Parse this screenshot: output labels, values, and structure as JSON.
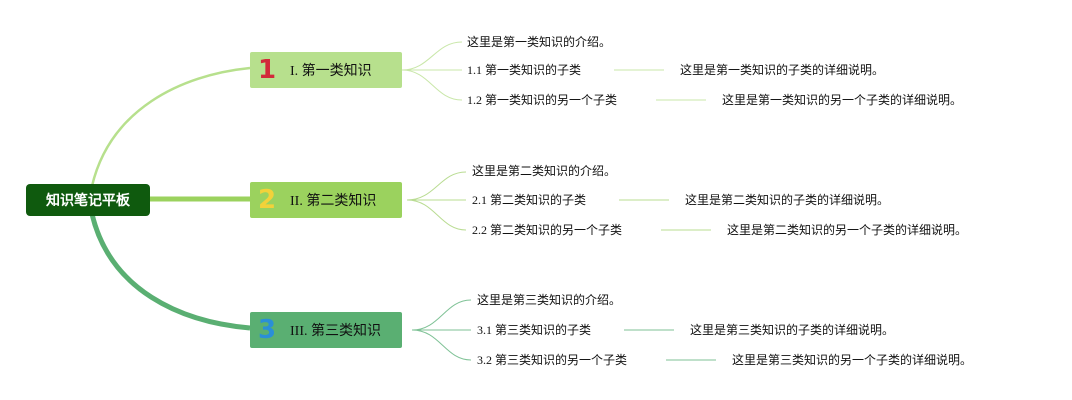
{
  "root": {
    "label": "知识笔记平板"
  },
  "branches": [
    {
      "badge": "1",
      "label": "I. 第一类知识",
      "intro": "这里是第一类知识的介绍。",
      "sub": [
        {
          "label": "1.1 第一类知识的子类",
          "desc": "这里是第一类知识的子类的详细说明。"
        },
        {
          "label": "1.2 第一类知识的另一个子类",
          "desc": "这里是第一类知识的另一个子类的详细说明。"
        }
      ]
    },
    {
      "badge": "2",
      "label": "II. 第二类知识",
      "intro": "这里是第二类知识的介绍。",
      "sub": [
        {
          "label": "2.1 第二类知识的子类",
          "desc": "这里是第二类知识的子类的详细说明。"
        },
        {
          "label": "2.2 第二类知识的另一个子类",
          "desc": "这里是第二类知识的另一个子类的详细说明。"
        }
      ]
    },
    {
      "badge": "3",
      "label": "III. 第三类知识",
      "intro": "这里是第三类知识的介绍。",
      "sub": [
        {
          "label": "3.1 第三类知识的子类",
          "desc": "这里是第三类知识的子类的详细说明。"
        },
        {
          "label": "3.2 第三类知识的另一个子类",
          "desc": "这里是第三类知识的另一个子类的详细说明。"
        }
      ]
    }
  ],
  "colors": {
    "root": "#0f5a0e",
    "branch1": "#b7e08d",
    "branch2": "#9bd25e",
    "branch3": "#5aaf72",
    "badge1": "#d22a3a",
    "badge2": "#f2d23a",
    "badge3": "#2a8fd8"
  }
}
